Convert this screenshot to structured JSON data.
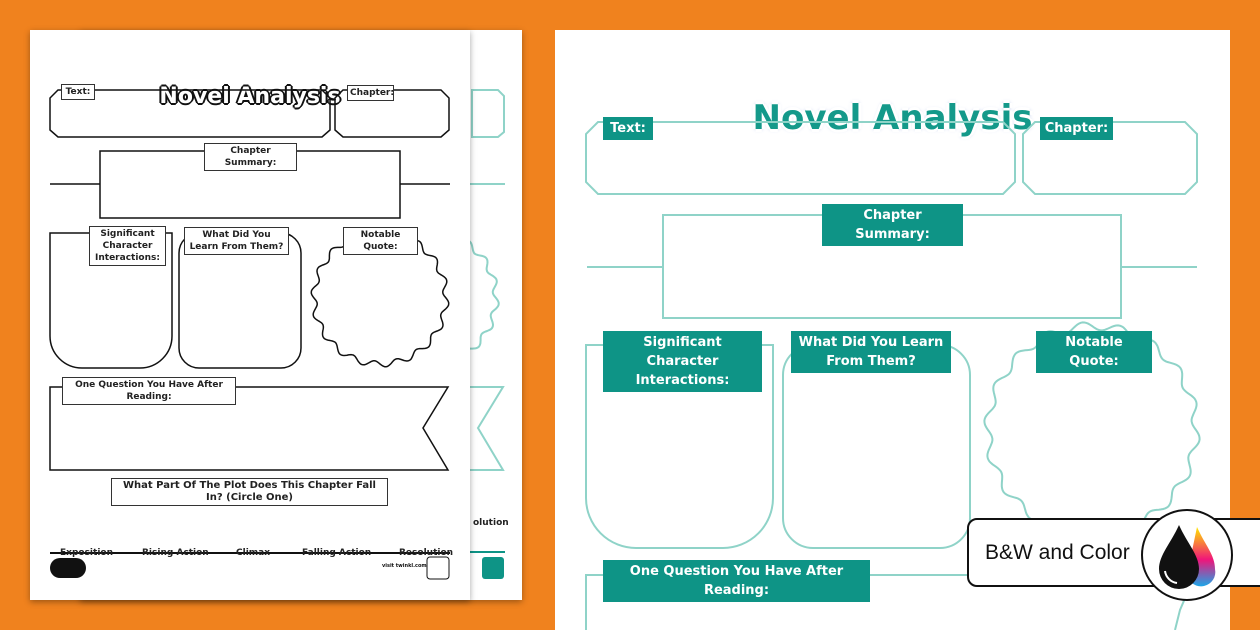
{
  "colors": {
    "background": "#F0821E",
    "teal": "#0E9486",
    "light_teal": "#8FD3C8"
  },
  "worksheet": {
    "title": "Novel Analysis",
    "text_label": "Text:",
    "chapter_label": "Chapter:",
    "summary_label": "Chapter Summary:",
    "significant_label": "Significant Character Interactions:",
    "learn_label": "What Did You Learn From Them?",
    "quote_label": "Notable Quote:",
    "question_label": "One Question You Have After Reading:",
    "plot_question": "What Part Of The Plot Does This Chapter Fall In? (Circle One)",
    "plot_options": [
      "Exposition",
      "Rising Action",
      "Climax",
      "Falling Action",
      "Resolution"
    ],
    "back_partial_option": "olution",
    "logo": "twinkl",
    "visit": "visit twinkl.com"
  },
  "badge": {
    "label": "B&W and Color",
    "icon": "ink-drops-icon"
  }
}
